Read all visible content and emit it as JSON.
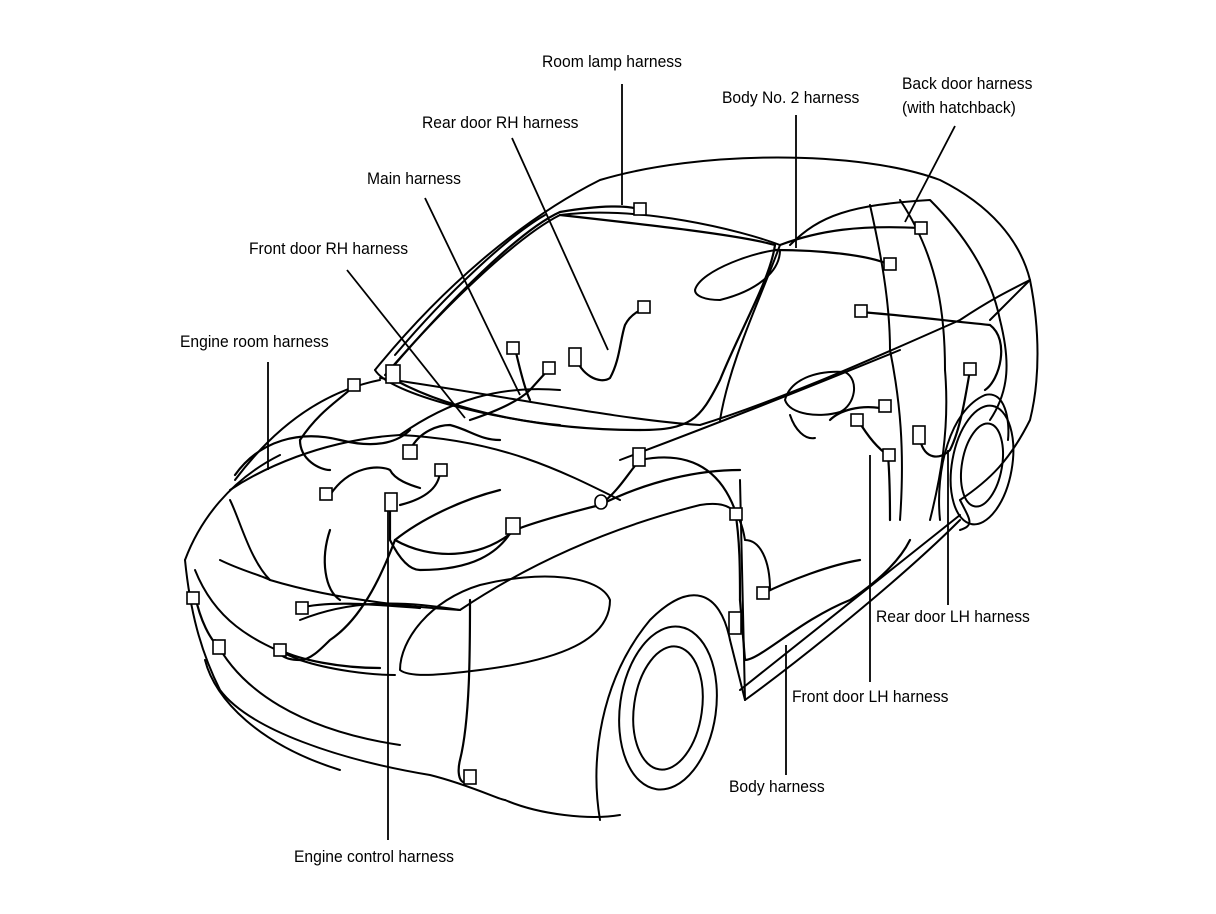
{
  "labels": {
    "room_lamp": "Room lamp harness",
    "body_no2": "Body No. 2 harness",
    "back_door_line1": "Back door harness",
    "back_door_line2": "(with hatchback)",
    "rear_door_rh": "Rear door RH harness",
    "main": "Main harness",
    "front_door_rh": "Front door RH harness",
    "engine_room": "Engine room harness",
    "rear_door_lh": "Rear door LH harness",
    "front_door_lh": "Front door LH harness",
    "body": "Body harness",
    "engine_control": "Engine control harness"
  }
}
